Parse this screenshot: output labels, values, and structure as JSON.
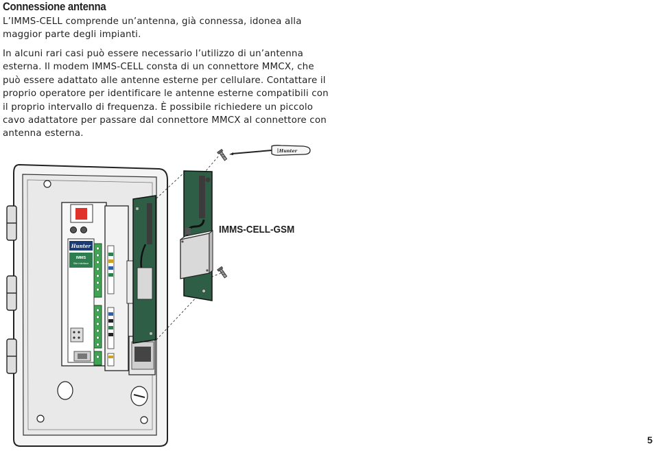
{
  "heading": "Connessione antenna",
  "paragraphs": [
    {
      "lines": [
        "L’IMMS-CELL comprende un’antenna, già connessa, idonea alla",
        "maggior parte degli impianti."
      ]
    },
    {
      "lines": [
        "In alcuni rari casi può essere necessario l’utilizzo di un’antenna",
        "esterna. Il modem IMMS-CELL consta di un connettore MMCX, che",
        "può essere adattato alle antenne esterne per cellulare. Contattare il",
        "proprio operatore per identificare le antenne esterne compatibili con",
        "il proprio intervallo di frequenza. È possibile richiedere un piccolo",
        "cavo adattatore per passare dal connettore MMCX al connettore con",
        "antenna esterna."
      ]
    }
  ],
  "figure": {
    "module_label": "IMMS-CELL-GSM",
    "screwdriver_brand": "Hunter",
    "panel_brand": "Hunter",
    "panel_model": "IMMS",
    "panel_subtitle": "Site Interface",
    "colors": {
      "board_green": "#2e5e45",
      "terminal_green": "#3fa553",
      "indicator_red": "#e0312b",
      "enclosure_fill": "#f4f4f4",
      "metal_gray": "#cfcfcf"
    }
  },
  "page_number": "5"
}
